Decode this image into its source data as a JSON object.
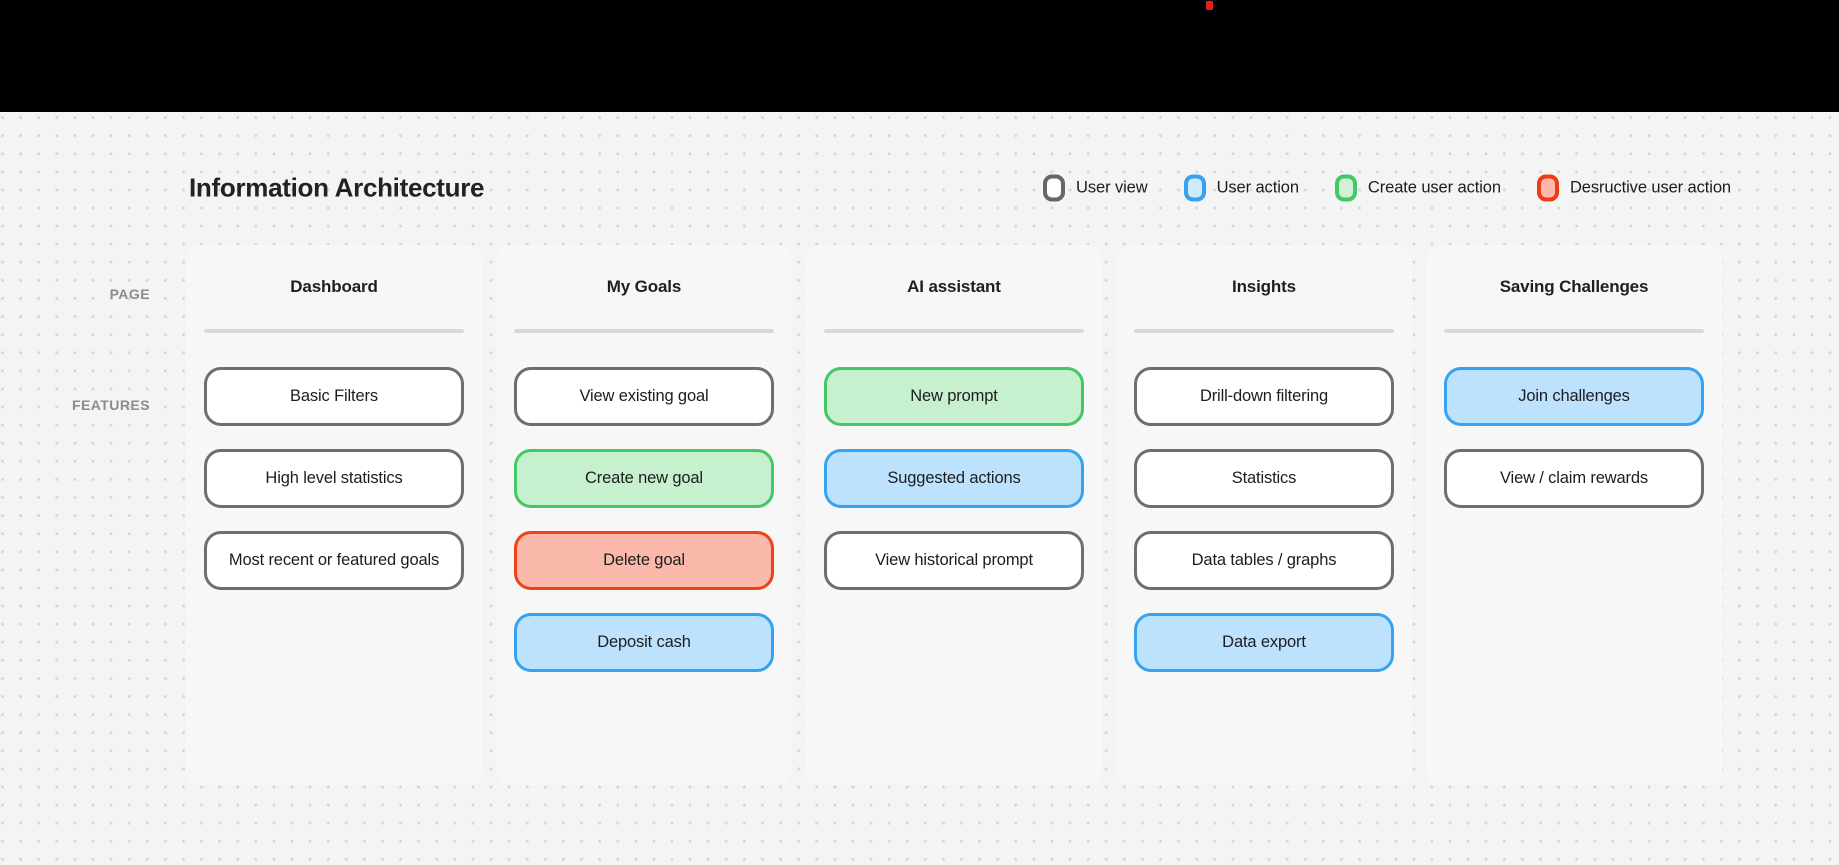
{
  "topbar": {
    "dot_color": "#e02020"
  },
  "header": {
    "title": "Information Architecture"
  },
  "legend": {
    "items": [
      {
        "label": "User view",
        "kind": "view",
        "border": "#666666",
        "fill": "#ffffff"
      },
      {
        "label": "User action",
        "kind": "action",
        "border": "#35a3f0",
        "fill": "#cfe9fd"
      },
      {
        "label": "Create user action",
        "kind": "create",
        "border": "#44c767",
        "fill": "#d2f2d8"
      },
      {
        "label": "Desructive user action",
        "kind": "destructive",
        "border": "#ee3b16",
        "fill": "#fbb9ac"
      }
    ]
  },
  "rows": {
    "page_label": "PAGE",
    "features_label": "FEATURES"
  },
  "columns": [
    {
      "title": "Dashboard",
      "features": [
        {
          "label": "Basic Filters",
          "kind": "view"
        },
        {
          "label": "High level statistics",
          "kind": "view"
        },
        {
          "label": "Most recent or featured goals",
          "kind": "view"
        }
      ]
    },
    {
      "title": "My Goals",
      "features": [
        {
          "label": "View existing goal",
          "kind": "view"
        },
        {
          "label": "Create new goal",
          "kind": "create"
        },
        {
          "label": "Delete goal",
          "kind": "destructive"
        },
        {
          "label": "Deposit cash",
          "kind": "action"
        }
      ]
    },
    {
      "title": "AI assistant",
      "features": [
        {
          "label": "New prompt",
          "kind": "create"
        },
        {
          "label": "Suggested actions",
          "kind": "action"
        },
        {
          "label": "View historical prompt",
          "kind": "view"
        }
      ]
    },
    {
      "title": "Insights",
      "features": [
        {
          "label": "Drill-down filtering",
          "kind": "view"
        },
        {
          "label": "Statistics",
          "kind": "view"
        },
        {
          "label": "Data tables / graphs",
          "kind": "view"
        },
        {
          "label": "Data export",
          "kind": "action"
        }
      ]
    },
    {
      "title": "Saving Challenges",
      "features": [
        {
          "label": "Join challenges",
          "kind": "action"
        },
        {
          "label": "View / claim rewards",
          "kind": "view"
        }
      ]
    }
  ]
}
